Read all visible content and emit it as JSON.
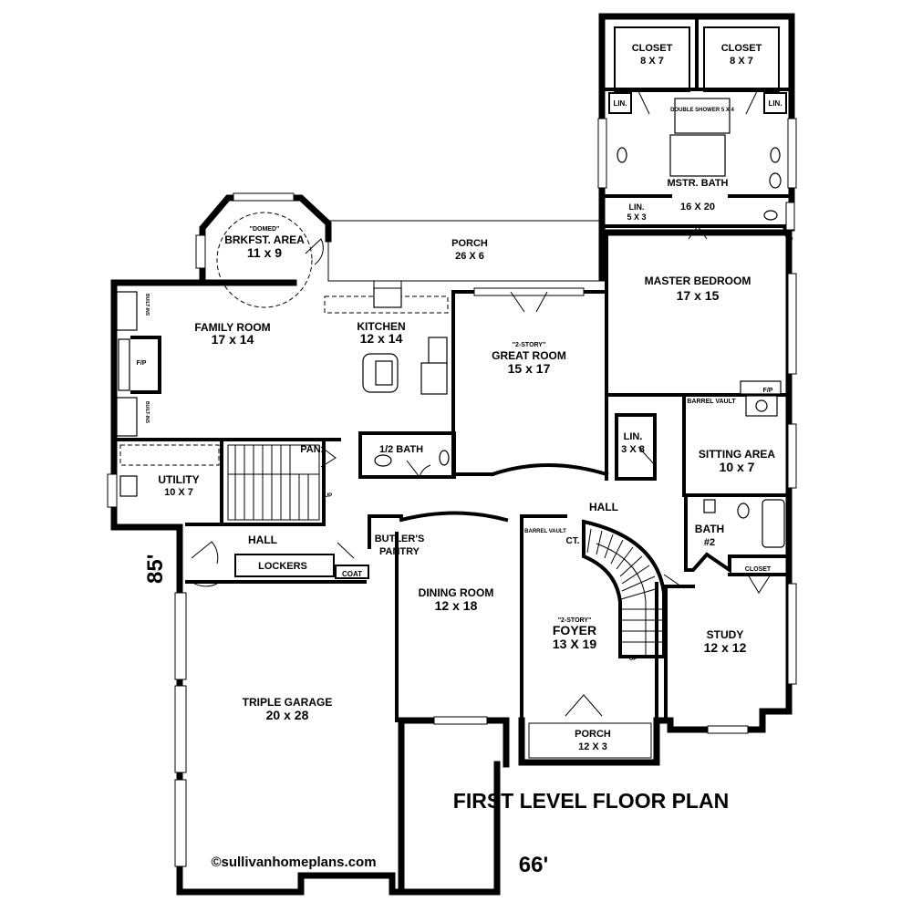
{
  "title": "FIRST LEVEL FLOOR PLAN",
  "copyright": "©sullivanhomeplans.com",
  "dimensions": {
    "width": "66'",
    "depth": "85'"
  },
  "rooms": {
    "closet_left": {
      "name": "CLOSET",
      "size": "8 X 7"
    },
    "closet_right": {
      "name": "CLOSET",
      "size": "8 X 7"
    },
    "lin_left": "LIN.",
    "lin_right": "LIN.",
    "double_shower": "DOUBLE SHOWER 5 X 4",
    "master_bath": {
      "name": "MSTR. BATH",
      "size": "16 X 20"
    },
    "lin_bath": {
      "name": "LIN.",
      "size": "5 X 3"
    },
    "porch_rear": {
      "name": "PORCH",
      "size": "26 X 6"
    },
    "breakfast": {
      "note": "\"DOMED\"",
      "name": "BRKFST. AREA",
      "size": "11 x 9"
    },
    "family_room": {
      "name": "FAMILY ROOM",
      "size": "17 x 14"
    },
    "kitchen": {
      "name": "KITCHEN",
      "size": "12 x 14"
    },
    "great_room": {
      "note": "\"2-STORY\"",
      "name": "GREAT ROOM",
      "size": "15 x 17"
    },
    "master_bedroom": {
      "name": "MASTER BEDROOM",
      "size": "17 x 15"
    },
    "fp_family": "F/P",
    "fp_master": "F/P",
    "built_ins_top": "BUILT-INS",
    "built_ins_bottom": "BUILT-INS",
    "barrel_vault_master": "BARREL VAULT",
    "pan": "PAN.",
    "half_bath": "1/2 BATH",
    "lin_hall": {
      "name": "LIN.",
      "size": "3 X 8"
    },
    "sitting_area": {
      "name": "SITTING AREA",
      "size": "10 x 7"
    },
    "utility": {
      "name": "UTILITY",
      "size": "10 X 7"
    },
    "up_stair_back": "UP",
    "hall_center": "HALL",
    "hall_left": "HALL",
    "lockers": "LOCKERS",
    "coat": "COAT",
    "butlers_pantry": {
      "name": "BUTLER'S",
      "name2": "PANTRY"
    },
    "barrel_vault_foyer": "BARREL VAULT",
    "ct": "CT.",
    "bath2": {
      "name": "BATH",
      "size": "#2"
    },
    "closet_study": "CLOSET",
    "dining_room": {
      "name": "DINING ROOM",
      "size": "12 x 18"
    },
    "foyer": {
      "note": "\"2-STORY\"",
      "name": "FOYER",
      "size": "13 X 19"
    },
    "up_stair_main": "UP",
    "study": {
      "name": "STUDY",
      "size": "12 x 12"
    },
    "triple_garage": {
      "name": "TRIPLE GARAGE",
      "size": "20 x 28"
    },
    "porch_front": {
      "name": "PORCH",
      "size": "12 X 3"
    }
  }
}
